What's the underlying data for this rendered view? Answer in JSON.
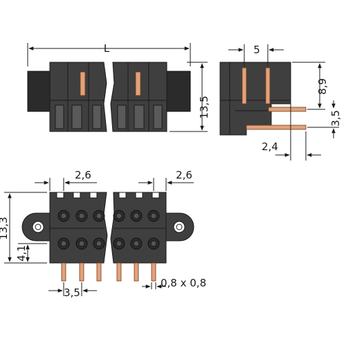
{
  "dimensions": {
    "length": "L",
    "pitch_side": "5",
    "height_top": "13,5",
    "height_side_upper": "8,9",
    "height_side_lower": "3,5",
    "offset_side": "2,4",
    "pitch_front_left": "2,6",
    "pitch_front_right": "2,6",
    "height_front": "13,3",
    "height_front_lower": "4,1",
    "pin_pitch": "3,5",
    "pin_size": "0,8 x 0,8"
  },
  "colors": {
    "housing": "#3f3f3f",
    "pin": "#e2a27a",
    "line": "#1a1a1a"
  }
}
